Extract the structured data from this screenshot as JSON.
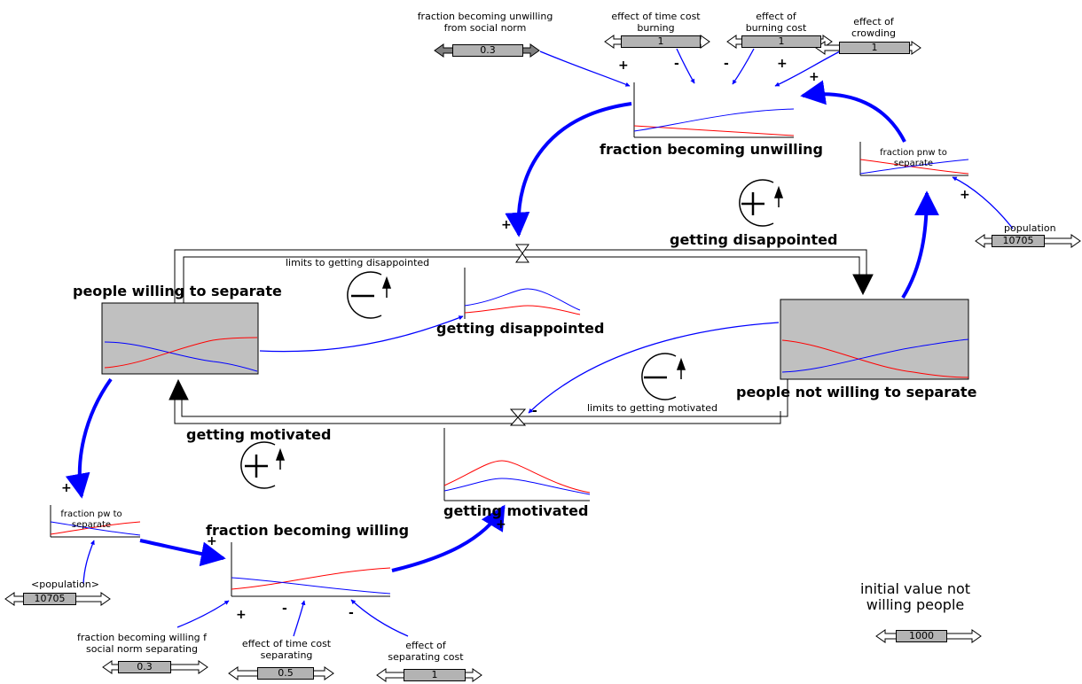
{
  "stocks": {
    "willing": {
      "label": "people willing to separate"
    },
    "not_willing": {
      "label": "people not willing to separate"
    }
  },
  "flows": {
    "disappointed": {
      "label": "getting disappointed"
    },
    "motivated": {
      "label": "getting motivated"
    }
  },
  "graphs": {
    "fraction_becoming_unwilling": {
      "label": "fraction becoming unwilling"
    },
    "fraction_becoming_willing": {
      "label": "fraction becoming willing"
    },
    "getting_disappointed": {
      "label": "getting disappointed"
    },
    "getting_motivated": {
      "label": "getting motivated"
    },
    "fraction_pnw": {
      "label": "fraction pnw to separate"
    },
    "fraction_pw": {
      "label": "fraction pw to separate"
    }
  },
  "loops": {
    "limits_disappointed": "limits to getting disappointed",
    "limits_motivated": "limits to getting motivated",
    "getting_motivated": "getting motivated",
    "getting_disappointed": "getting disappointed"
  },
  "sliders": {
    "fraction_unwilling_norm": {
      "label": "fraction becoming unwilling from social norm",
      "value": "0.3"
    },
    "effect_time_burning": {
      "label": "effect of time cost burning",
      "value": "1"
    },
    "effect_burning_cost": {
      "label": "effect of burning cost",
      "value": "1"
    },
    "effect_crowding": {
      "label": "effect of crowding",
      "value": "1"
    },
    "population": {
      "label": "population",
      "value": "10705"
    },
    "population_shadow": {
      "label": "<population>",
      "value": "10705"
    },
    "fraction_willing_norm": {
      "label": "fraction becoming willing f social norm separating",
      "value": "0.3"
    },
    "effect_time_separating": {
      "label": "effect of time cost separating",
      "value": "0.5"
    },
    "effect_separating_cost": {
      "label": "effect of separating cost",
      "value": "1"
    },
    "initial_not_willing": {
      "label": "initial value not willing people",
      "value": "1000"
    }
  },
  "polarities": {
    "plus": "+",
    "minus": "-"
  },
  "colors": {
    "arrow": "#0000ff",
    "series_red": "#ff0000",
    "series_blue": "#0000ff",
    "stock_fill": "#c0c0c0",
    "slider_knob": "#b3b3b3"
  }
}
